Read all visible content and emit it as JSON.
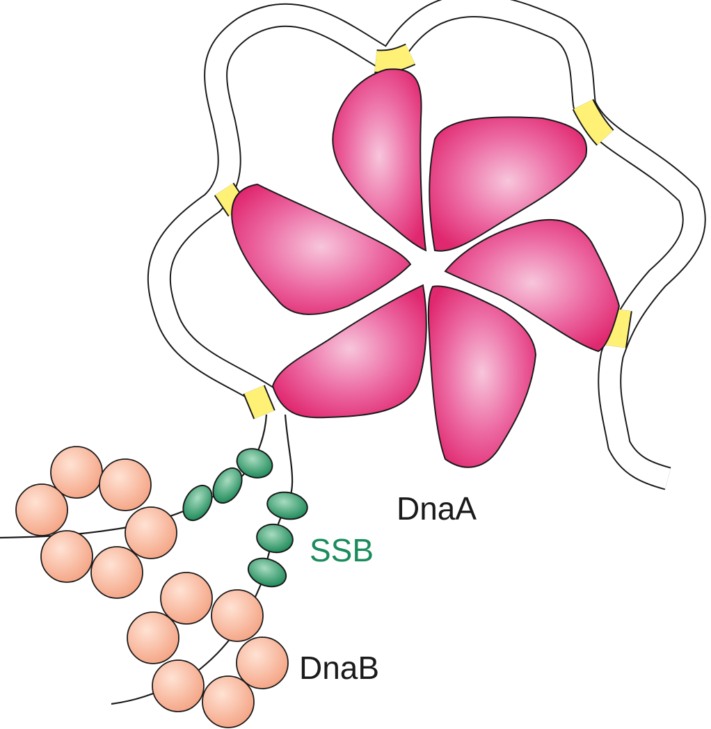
{
  "labels": {
    "dnaa": "DnaA",
    "ssb": "SSB",
    "dnab": "DnaB"
  },
  "colors": {
    "dnaa": "#e0286f",
    "dnaa_light": "#f7c6dc",
    "ssb": "#1e8a5a",
    "ssb_light": "#a8dcc0",
    "dnab": "#f4a383",
    "dnab_light": "#ffe2d4",
    "dna_box": "#fff176",
    "label_dark": "#1a1a1a",
    "label_ssb": "#1a8c5c"
  },
  "components": {
    "dnaa_subunits": 6,
    "ssb_ovals": 6,
    "dnab_spheres": 12,
    "dnaa_boxes": 5
  }
}
